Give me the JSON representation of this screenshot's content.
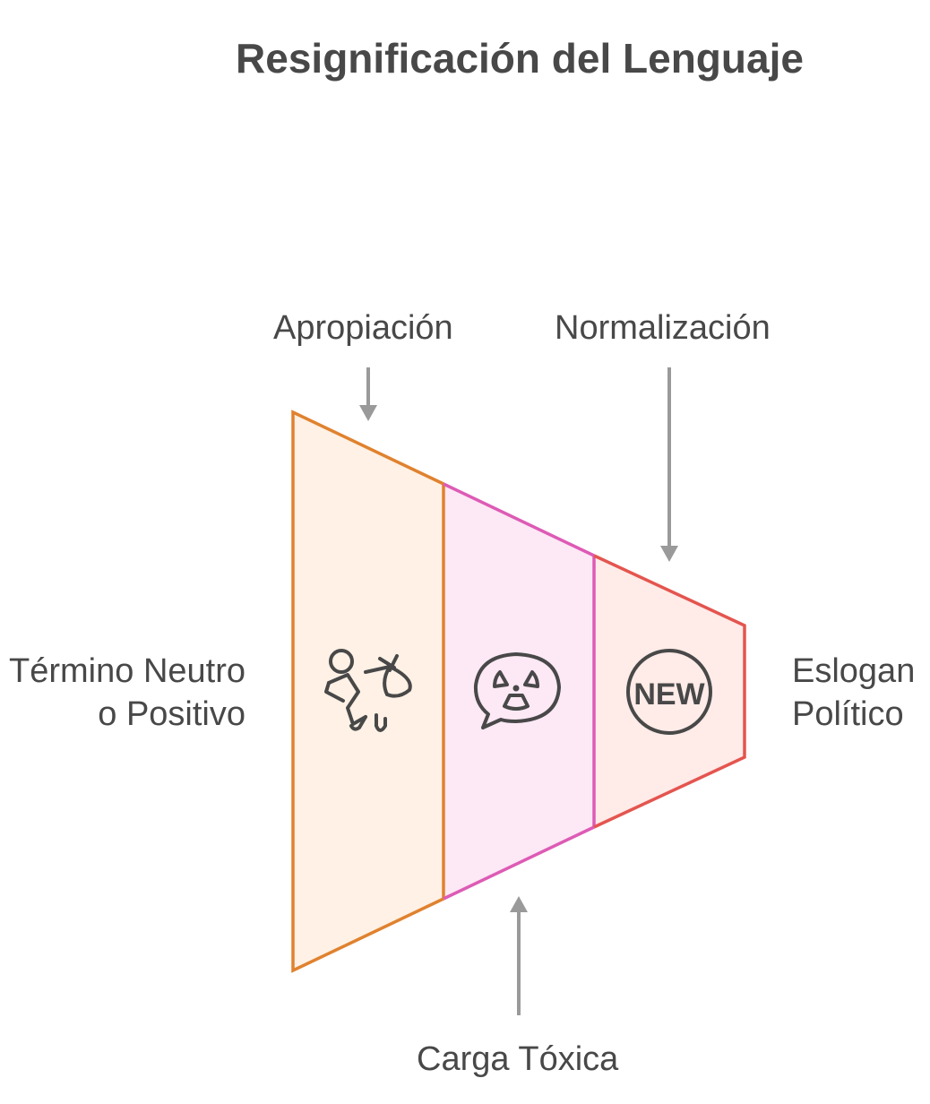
{
  "title": "Resignificación del Lenguaje",
  "stages": {
    "start": {
      "line1": "Término Neutro",
      "line2": "o Positivo"
    },
    "end": {
      "line1": "Eslogan",
      "line2": "Político"
    }
  },
  "annotations": {
    "apropiacion": "Apropiación",
    "normalizacion": "Normalización",
    "carga": "Carga Tóxica"
  },
  "icons": {
    "segment1": "person-carrying-bundle-icon",
    "segment2": "toxic-speech-bubble-icon",
    "segment3": "new-badge-icon",
    "new_text": "NEW"
  },
  "colors": {
    "seg1_fill": "#FFF1E5",
    "seg1_stroke": "#E0822F",
    "seg2_fill": "#FDE8F5",
    "seg2_stroke": "#DD5BB5",
    "seg3_fill": "#FFEBE8",
    "seg3_stroke": "#E4554F",
    "arrow": "#9a9a9a",
    "icon": "#484848"
  }
}
